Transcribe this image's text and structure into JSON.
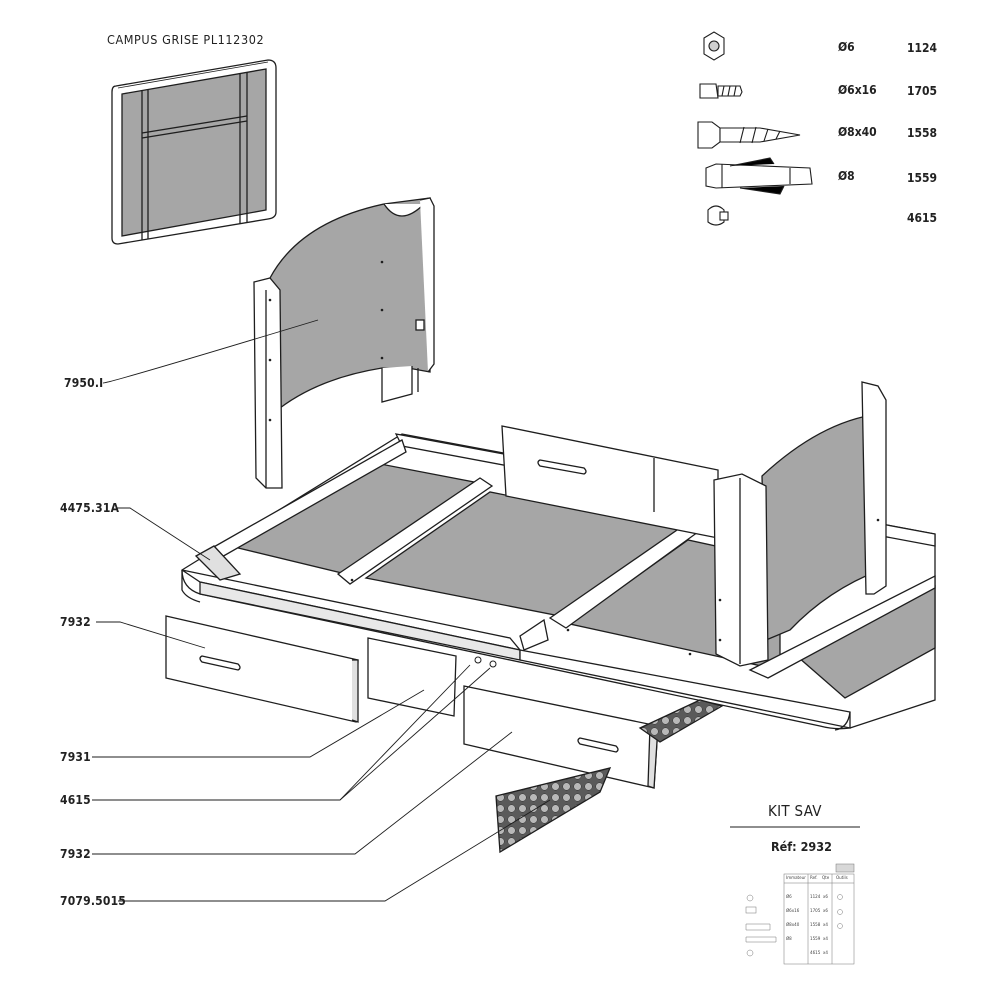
{
  "title": "CAMPUS  GRISE   PL112302",
  "hardware": [
    {
      "icon": "nut-icon",
      "size": "Ø6",
      "code": "1124"
    },
    {
      "icon": "bolt-icon",
      "size": "Ø6x16",
      "code": "1705"
    },
    {
      "icon": "wood-screw-icon",
      "size": "Ø8x40",
      "code": "1558"
    },
    {
      "icon": "wall-plug-icon",
      "size": "Ø8",
      "code": "1559"
    },
    {
      "icon": "cap-icon",
      "size": "",
      "code": "4615"
    }
  ],
  "parts": [
    {
      "id": "7950.I"
    },
    {
      "id": "4475.31A"
    },
    {
      "id": "7932"
    },
    {
      "id": "7931"
    },
    {
      "id": "4615"
    },
    {
      "id": "7932"
    },
    {
      "id": "7079.5015"
    }
  ],
  "kit": {
    "title": "KIT SAV",
    "ref": "Réf: 2932",
    "mini_header": [
      "Immateur",
      "Ref.",
      "Qte",
      "Outils"
    ],
    "mini_rows": [
      [
        "Ø6",
        "1124",
        "x6"
      ],
      [
        "Ø6x16",
        "1705",
        "x6"
      ],
      [
        "Ø8x40",
        "1558",
        "x4"
      ],
      [
        "Ø8",
        "1559",
        "x4"
      ],
      [
        "",
        "4615",
        "x4"
      ]
    ]
  },
  "colors": {
    "line": "#1e1e1e",
    "panel_fill": "#a6a6a6",
    "perforated_fill": "#6e6e6e",
    "white": "#ffffff"
  }
}
